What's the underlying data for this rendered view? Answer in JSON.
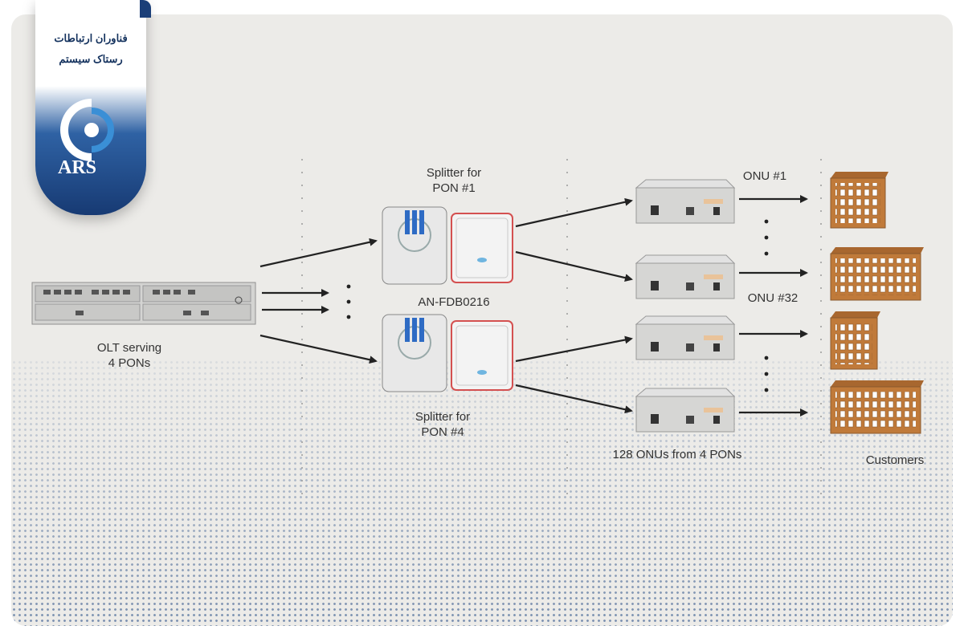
{
  "brand": {
    "line1": "فناوران ارتباطات",
    "line2": "رستاک سیستم",
    "logo_text": "ARS",
    "colors": {
      "navy": "#173a73",
      "blue": "#2f62a4",
      "accent": "#3a8fd6"
    }
  },
  "diagram": {
    "olt_label": [
      "OLT serving",
      "4 PONs"
    ],
    "splitter_top_label": [
      "Splitter for",
      "PON #1"
    ],
    "splitter_model": "AN-FDB0216",
    "splitter_bottom_label": [
      "Splitter for",
      "PON #4"
    ],
    "onu_first": "ONU #1",
    "onu_last": "ONU #32",
    "onus_caption": "128 ONUs from 4 PONs",
    "customers_caption": "Customers",
    "colors": {
      "background": "#ecebe8",
      "arrow": "#222222",
      "building": "#c07a3a",
      "halftone": "#1e4682"
    }
  }
}
